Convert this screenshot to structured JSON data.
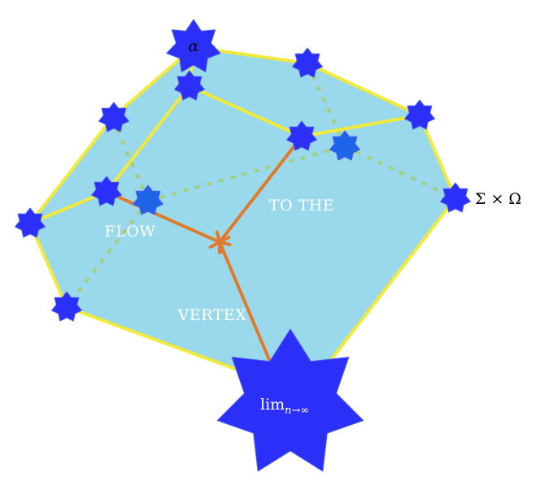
{
  "diagram": {
    "colors": {
      "face_fill": "#9ad8ec",
      "outline": "#f2ea3a",
      "hidden_edge": "#a5d07a",
      "flow_arrow": "#e07b2c",
      "star_fill": "#2b2ff7",
      "star_stroke": "#4a5cf0",
      "hidden_star_fill": "#1d64e8"
    },
    "labels": {
      "flow": "FLOW",
      "to_the": "TO THE",
      "vertex": "VERTEX",
      "alpha": "α",
      "sigma_omega": "Σ × Ω",
      "lim_base": "lim",
      "lim_sub": "n→∞"
    }
  }
}
